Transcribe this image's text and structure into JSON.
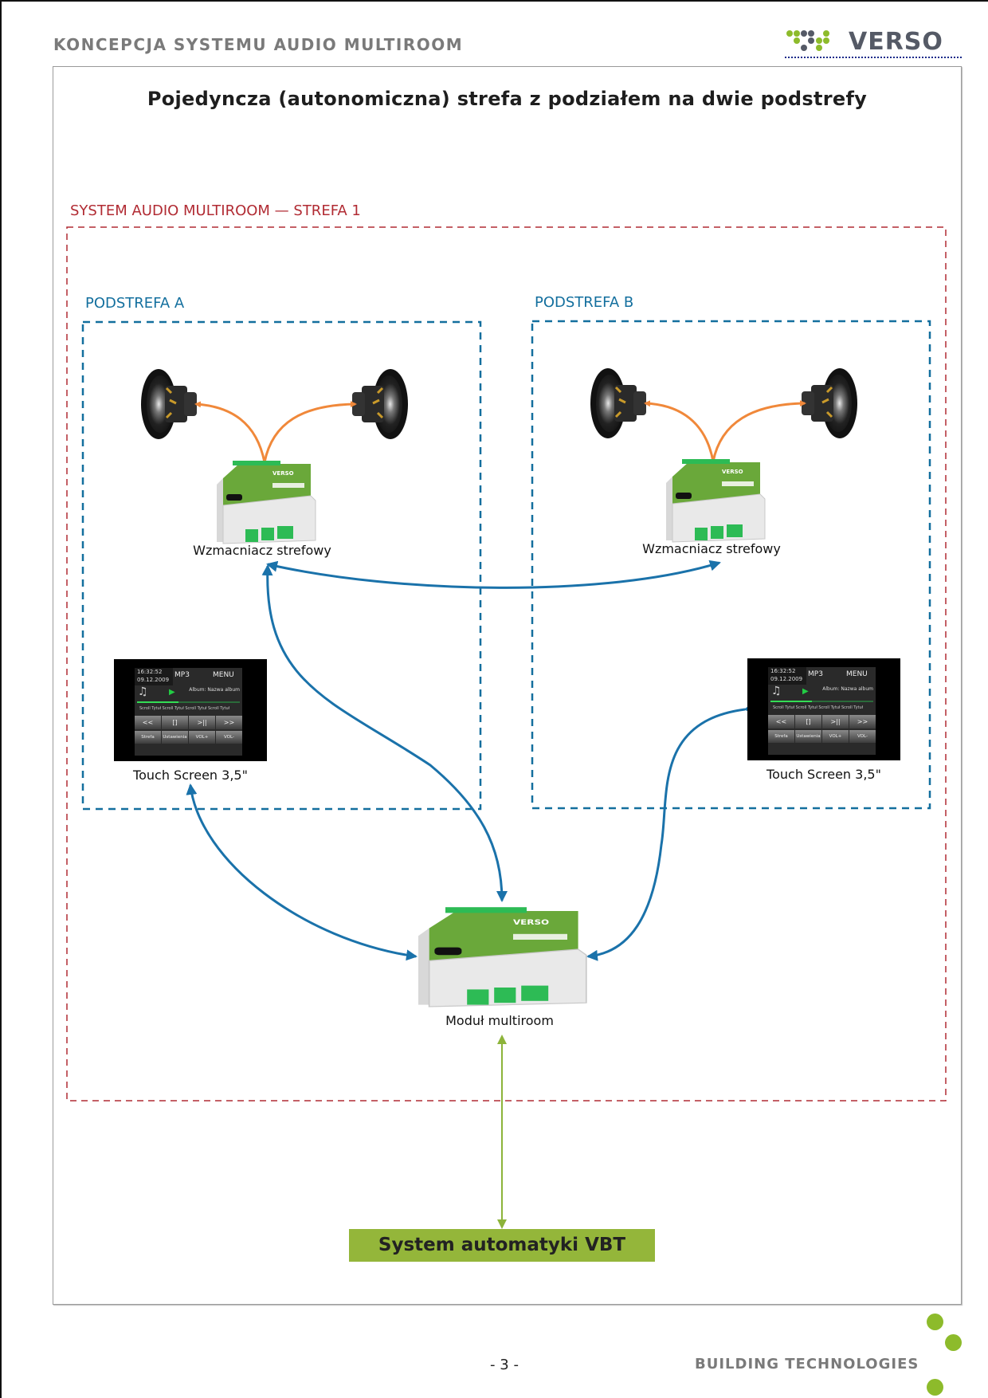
{
  "header": {
    "title": "KONCEPCJA SYSTEMU AUDIO MULTIROOM",
    "logo_text": "VERSO"
  },
  "diagram": {
    "title": "Pojedyncza (autonomiczna) strefa z podziałem na dwie podstrefy",
    "zone_label": "SYSTEM AUDIO MULTIROOM — STREFA 1",
    "subzones": [
      {
        "label": "PODSTREFA A",
        "amplifier_label": "Wzmacniacz strefowy",
        "touchscreen_label": "Touch Screen 3,5\""
      },
      {
        "label": "PODSTREFA B",
        "amplifier_label": "Wzmacniacz strefowy",
        "touchscreen_label": "Touch Screen 3,5\""
      }
    ],
    "touchscreen_ui": {
      "time": "16:32:52",
      "date": "09.12.2009",
      "source": "MP3",
      "menu": "MENU",
      "album": "Album: Nazwa album",
      "scroll": "Scroll Tytuł Scroll Tytuł Scroll Tytuł Scroll Tytuł",
      "buttons_row1": [
        "<<",
        "[]",
        ">||",
        ">>"
      ],
      "buttons_row2": [
        "Strefa",
        "Ustawienia",
        "VOL+",
        "VOL-"
      ],
      "progress": 0.4
    },
    "module_label": "Moduł multiroom",
    "automation_label": "System automatyki VBT",
    "colors": {
      "zone": "#b12b33",
      "subzone": "#136f9e",
      "speaker_link": "#f0883a",
      "bus_link": "#1a72aa",
      "automation_link": "#8db43a",
      "device_green": "#6aa83a"
    }
  },
  "footer": {
    "page_number": "- 3 -",
    "tagline": "BUILDING TECHNOLOGIES"
  }
}
